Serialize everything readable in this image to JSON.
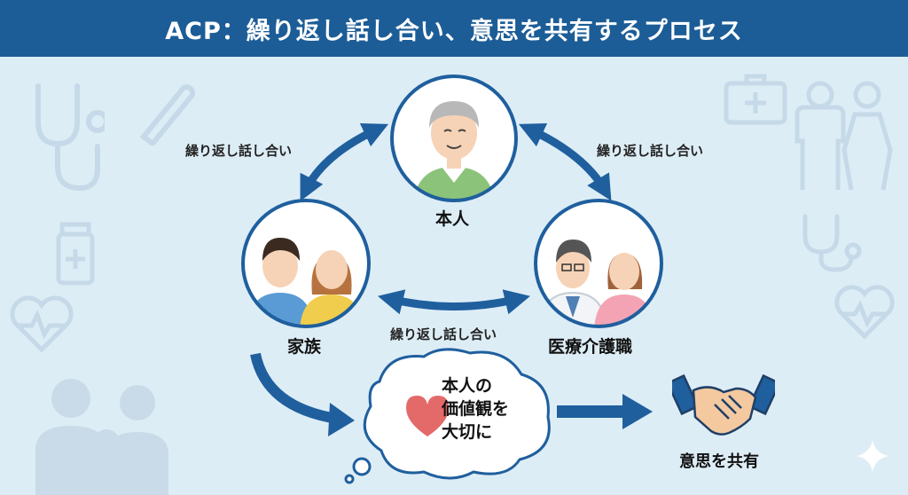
{
  "header": {
    "title": "ACP：繰り返し話し合い、意思を共有するプロセス"
  },
  "nodes": {
    "person": {
      "label": "本人"
    },
    "family": {
      "label": "家族"
    },
    "medical": {
      "label": "医療介護職"
    }
  },
  "edges": {
    "left_label": "繰り返し話し合い",
    "right_label": "繰り返し話し合い",
    "bottom_label": "繰り返し話し合い"
  },
  "bubble": {
    "lines": [
      "本人の",
      "価値観を",
      "大切に"
    ]
  },
  "outcome": {
    "label": "意思を共有"
  },
  "colors": {
    "header": "#1c5d97",
    "arrow": "#1f5f9e",
    "background": "#ddedf6",
    "circle_border": "#1f5f9e",
    "heart": "#e46a6a"
  }
}
